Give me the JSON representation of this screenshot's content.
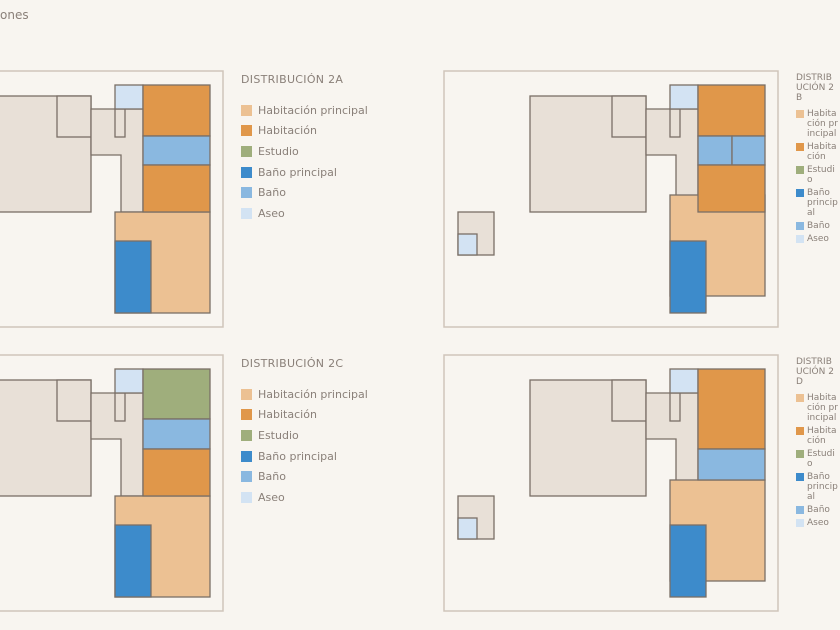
{
  "page_title": "ones",
  "colors": {
    "habitacion_principal": "#ecc193",
    "habitacion": "#e0974a",
    "estudio": "#9fae7c",
    "bano_principal": "#3d8bcb",
    "bano": "#8ab8e0",
    "aseo": "#d3e3f3"
  },
  "legend_items": [
    "Habitación principal",
    "Habitación",
    "Estudio",
    "Baño principal",
    "Baño",
    "Aseo"
  ],
  "panels": [
    {
      "heading": "DISTRIBUCIÓN 2A"
    },
    {
      "heading": "DISTRIBUCIÓN 2B"
    },
    {
      "heading": "DISTRIBUCIÓN 2C"
    },
    {
      "heading": "DISTRIBUCIÓN 2D"
    }
  ]
}
